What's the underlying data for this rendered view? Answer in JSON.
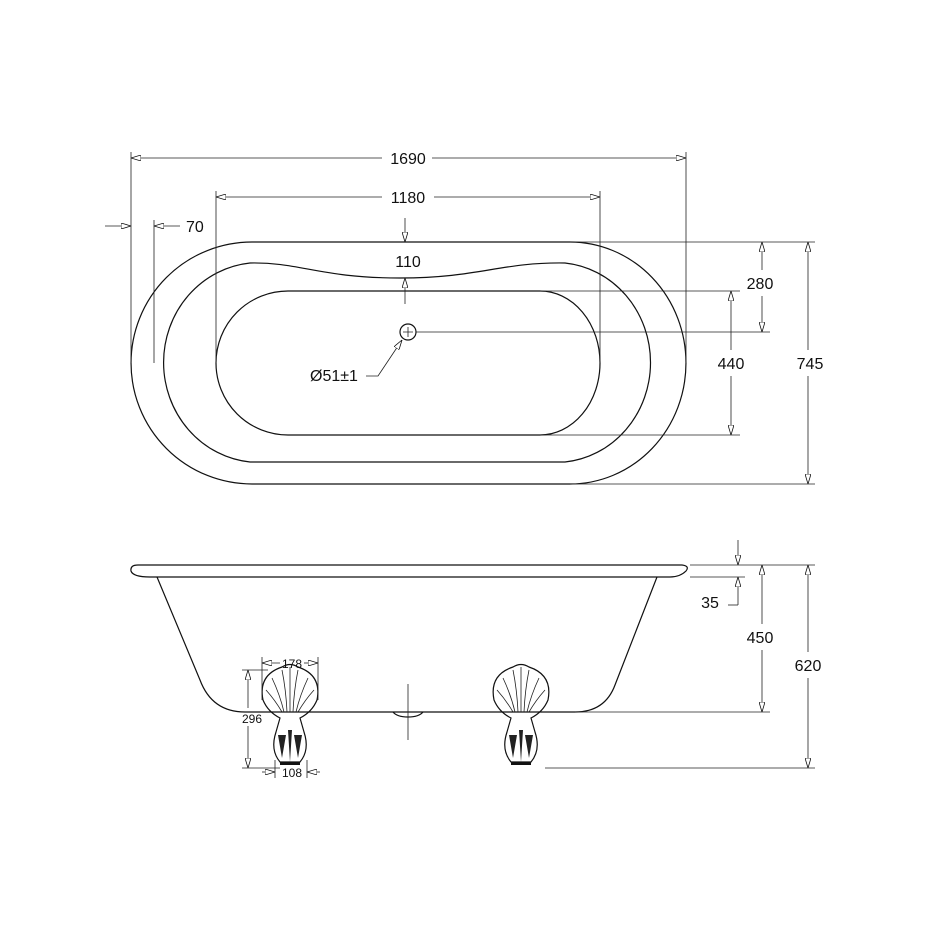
{
  "top_view": {
    "overall_length": "1690",
    "basin_length": "1180",
    "rim_offset": "70",
    "rim_width": "110",
    "drain_offset": "280",
    "basin_width": "440",
    "overall_width": "745",
    "drain_diameter": "Ø51±1"
  },
  "side_view": {
    "rim_thickness": "35",
    "bath_depth": "450",
    "overall_height": "620",
    "foot_width": "178",
    "foot_height": "296",
    "foot_base": "108"
  }
}
